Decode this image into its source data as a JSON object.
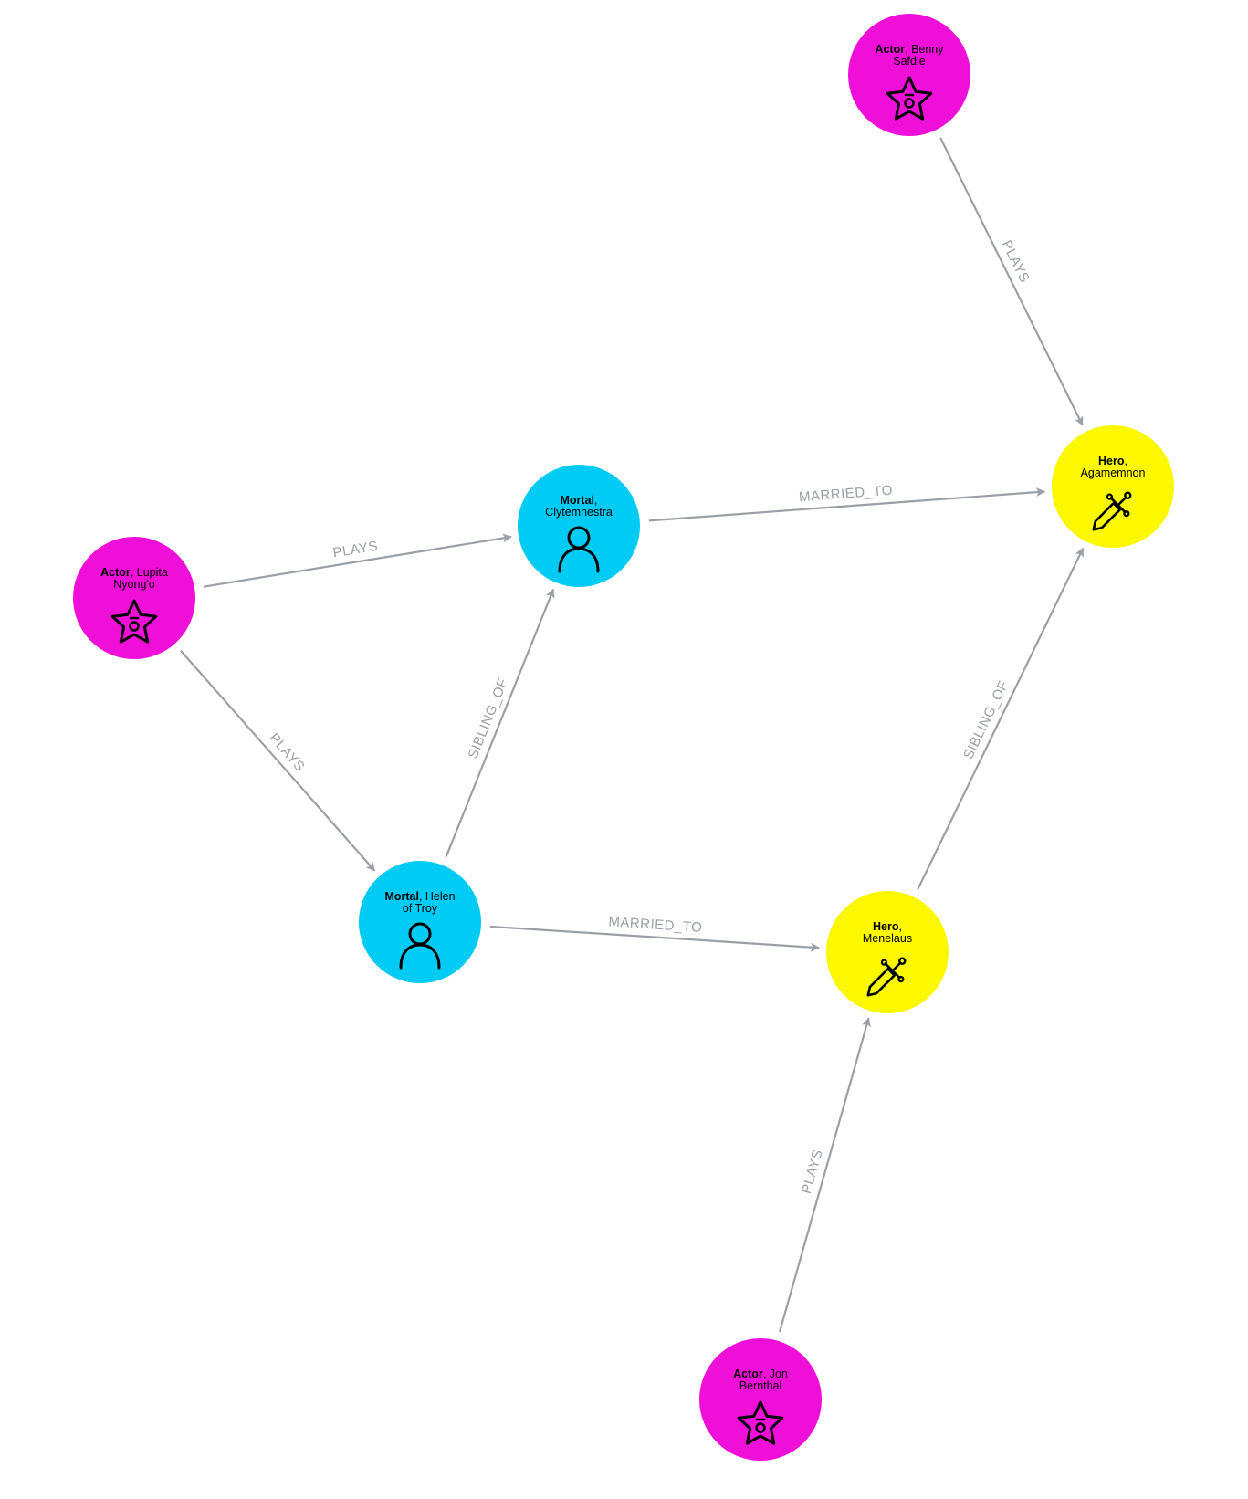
{
  "graph": {
    "colors": {
      "actor": "#f00fd8",
      "mortal": "#00cbf5",
      "hero": "#fbf800",
      "edge": "#9aa0a6"
    },
    "nodes": [
      {
        "id": "benny",
        "label": "Actor",
        "name_l1": ", Benny",
        "name_l2": "Safdie",
        "kind": "actor",
        "icon": "star-icon"
      },
      {
        "id": "lupita",
        "label": "Actor",
        "name_l1": ", Lupita",
        "name_l2": "Nyong'o",
        "kind": "actor",
        "icon": "star-icon"
      },
      {
        "id": "clyt",
        "label": "Mortal",
        "name_l1": ",",
        "name_l2": "Clytemnestra",
        "kind": "mortal",
        "icon": "person-icon"
      },
      {
        "id": "agam",
        "label": "Hero",
        "name_l1": ",",
        "name_l2": "Agamemnon",
        "kind": "hero",
        "icon": "sword-icon"
      },
      {
        "id": "helen",
        "label": "Mortal",
        "name_l1": ", Helen",
        "name_l2": "of Troy",
        "kind": "mortal",
        "icon": "person-icon"
      },
      {
        "id": "menel",
        "label": "Hero",
        "name_l1": ",",
        "name_l2": "Menelaus",
        "kind": "hero",
        "icon": "sword-icon"
      },
      {
        "id": "jon",
        "label": "Actor",
        "name_l1": ", Jon",
        "name_l2": "Bernthal",
        "kind": "actor",
        "icon": "star-icon"
      }
    ],
    "edges": [
      {
        "from": "benny",
        "to": "agam",
        "label": "PLAYS"
      },
      {
        "from": "lupita",
        "to": "clyt",
        "label": "PLAYS"
      },
      {
        "from": "lupita",
        "to": "helen",
        "label": "PLAYS"
      },
      {
        "from": "clyt",
        "to": "agam",
        "label": "MARRIED_TO"
      },
      {
        "from": "helen",
        "to": "clyt",
        "label": "SIBLING_OF"
      },
      {
        "from": "helen",
        "to": "menel",
        "label": "MARRIED_TO"
      },
      {
        "from": "menel",
        "to": "agam",
        "label": "SIBLING_OF"
      },
      {
        "from": "jon",
        "to": "menel",
        "label": "PLAYS"
      }
    ]
  }
}
